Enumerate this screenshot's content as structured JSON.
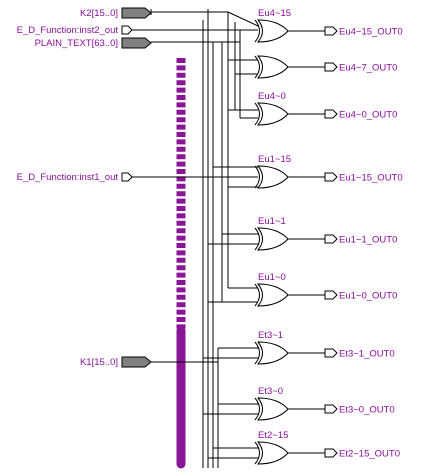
{
  "inputs": {
    "k2": "K2[15..0]",
    "inst2": "E_D_Function:inst2_out",
    "plain": "PLAIN_TEXT[63..0]",
    "inst1": "E_D_Function:inst1_out",
    "k1": "K1[15..0]"
  },
  "gates": [
    {
      "label": "Eu4~15",
      "output": "Eu4~15_OUT0"
    },
    {
      "label": "",
      "output": "Eu4~7_OUT0"
    },
    {
      "label": "Eu4~0",
      "output": "Eu4~0_OUT0"
    },
    {
      "label": "Eu1~15",
      "output": "Eu1~15_OUT0"
    },
    {
      "label": "Eu1~1",
      "output": "Eu1~1_OUT0"
    },
    {
      "label": "Eu1~0",
      "output": "Eu1~0_OUT0"
    },
    {
      "label": "Et3~1",
      "output": "Et3~1_OUT0"
    },
    {
      "label": "Et3~0",
      "output": "Et3~0_OUT0"
    },
    {
      "label": "Et2~15",
      "output": "Et2~15_OUT0"
    }
  ],
  "colors": {
    "bus": "#8a1596",
    "text": "#8a0f9c",
    "wire": "#000000"
  }
}
